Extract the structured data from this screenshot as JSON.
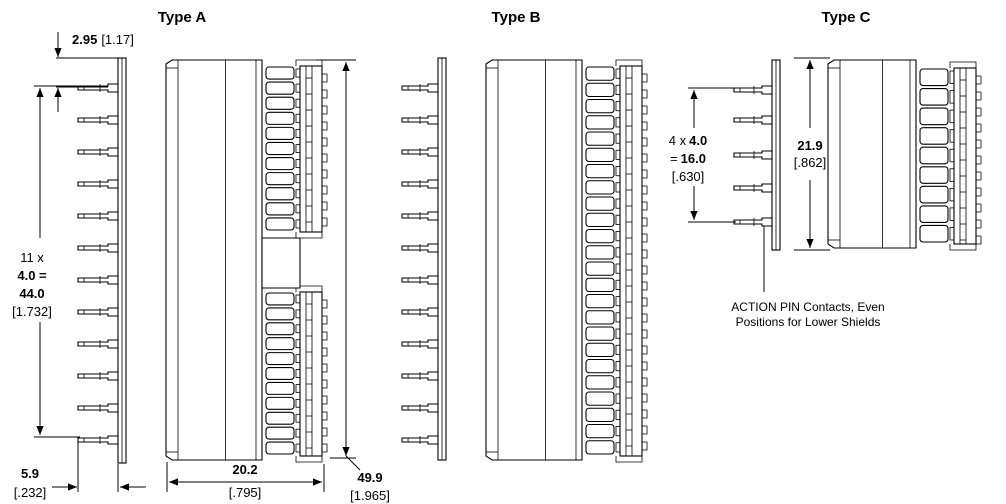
{
  "titles": {
    "a": "Type A",
    "b": "Type B",
    "c": "Type C"
  },
  "dims": {
    "top_offset": {
      "value": "2.95",
      "inch": "[1.17]"
    },
    "pitch_a": {
      "count": "11 x",
      "pitch": "4.0 =",
      "total": "44.0",
      "inch": "[1.732]"
    },
    "pin_len": {
      "value": "5.9",
      "inch": "[.232]"
    },
    "width": {
      "value": "20.2",
      "inch": "[.795]"
    },
    "height_a": {
      "value": "49.9",
      "inch": "[1.965]"
    },
    "pitch_c": {
      "count": "4 x",
      "pitch": "4.0",
      "eq": "=",
      "total": "16.0",
      "inch": "[.630]"
    },
    "height_c": {
      "value": "21.9",
      "inch": "[.862]"
    }
  },
  "note": {
    "line1": "ACTION PIN Contacts, Even",
    "line2": "Positions for Lower Shields"
  }
}
